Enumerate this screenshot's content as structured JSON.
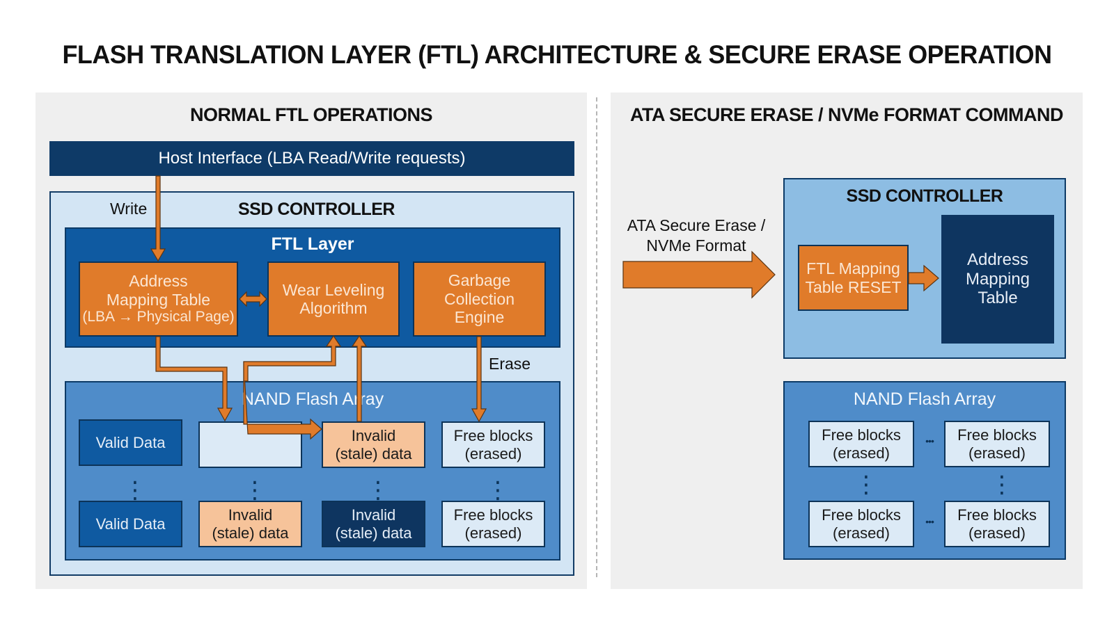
{
  "title": "FLASH TRANSLATION LAYER (FTL) ARCHITECTURE & SECURE ERASE OPERATION",
  "left_panel": {
    "title": "NORMAL FTL OPERATIONS",
    "host_interface": "Host Interface (LBA Read/Write requests)",
    "write_label": "Write",
    "controller_title": "SSD CONTROLLER",
    "ftl_layer": {
      "title": "FTL Layer",
      "boxes": [
        {
          "line1": "Address",
          "line2": "Mapping Table",
          "line3": "(LBA → Physical Page)"
        },
        {
          "line1": "Wear Leveling",
          "line2": "Algorithm"
        },
        {
          "line1": "Garbage",
          "line2": "Collection",
          "line3": "Engine"
        }
      ]
    },
    "erase_label": "Erase",
    "nand": {
      "title": "NAND Flash Array",
      "row1": [
        {
          "type": "valid",
          "line1": "Valid Data"
        },
        {
          "type": "empty",
          "line1": ""
        },
        {
          "type": "stale",
          "line1": "Invalid",
          "line2": "(stale) data"
        },
        {
          "type": "free",
          "line1": "Free blocks",
          "line2": "(erased)"
        }
      ],
      "row2": [
        {
          "type": "valid",
          "line1": "Valid Data"
        },
        {
          "type": "stale",
          "line1": "Invalid",
          "line2": "(stale) data"
        },
        {
          "type": "stale-dark",
          "line1": "Invalid",
          "line2": "(stale) data"
        },
        {
          "type": "free",
          "line1": "Free blocks",
          "line2": "(erased)"
        }
      ],
      "ellipsis": "⋮"
    }
  },
  "right_panel": {
    "title": "ATA SECURE ERASE / NVMe FORMAT COMMAND",
    "command_label_line1": "ATA Secure Erase /",
    "command_label_line2": "NVMe Format",
    "controller_title": "SSD CONTROLLER",
    "reset_box": {
      "line1": "FTL Mapping",
      "line2": "Table RESET"
    },
    "mapping_box": {
      "line1": "Address",
      "line2": "Mapping",
      "line3": "Table"
    },
    "nand": {
      "title": "NAND Flash Array",
      "blocks": [
        {
          "line1": "Free blocks",
          "line2": "(erased)"
        },
        {
          "line1": "Free blocks",
          "line2": "(erased)"
        },
        {
          "line1": "Free blocks",
          "line2": "(erased)"
        },
        {
          "line1": "Free blocks",
          "line2": "(erased)"
        }
      ],
      "h_ellipsis": "•••",
      "v_ellipsis": "⋮"
    }
  },
  "colors": {
    "navy": "#0e3a67",
    "ftl_blue": "#0f5aa1",
    "nand_blue": "#4f8cc9",
    "light_blue": "#d3e5f4",
    "orange": "#e07b2a",
    "stale_peach": "#f6c39a"
  }
}
